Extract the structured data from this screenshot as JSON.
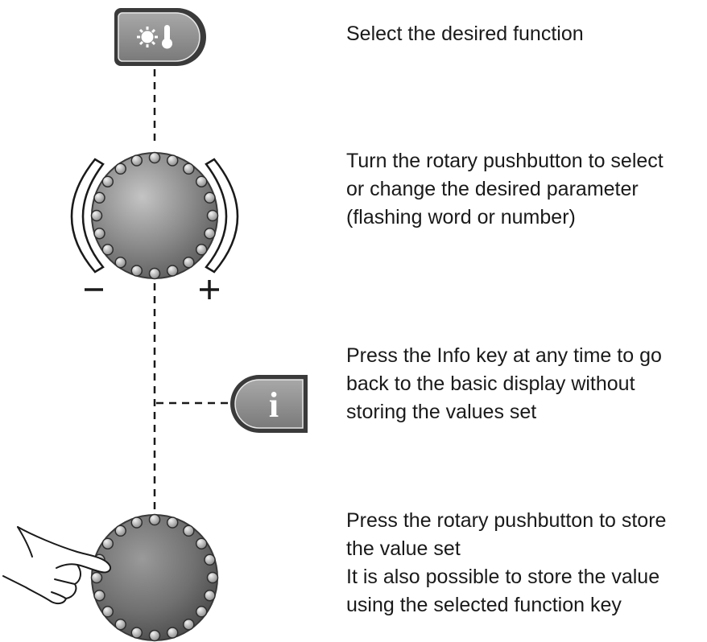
{
  "steps": [
    {
      "id": "select-function",
      "lines": [
        "Select the desired function"
      ]
    },
    {
      "id": "turn-rotary",
      "lines": [
        "Turn the rotary pushbutton to select",
        "or change the desired parameter",
        "(flashing word or number)"
      ]
    },
    {
      "id": "info-key",
      "lines": [
        "Press the Info key at any time to go",
        "back to the basic display without",
        "storing the values set"
      ]
    },
    {
      "id": "store-value",
      "lines": [
        "Press the rotary pushbutton to store",
        "the value set",
        "It is also possible to store the value",
        "using the selected function key"
      ]
    }
  ],
  "knob": {
    "minus_label": "−",
    "plus_label": "+"
  },
  "info_key": {
    "label": "i"
  },
  "function_key": {
    "icons": [
      "sun-icon",
      "thermometer-icon"
    ]
  },
  "colors": {
    "key_fill": "#8a8a8a",
    "knob_fill": "#7d7d7d",
    "bead_fill": "#b8b8b8",
    "line": "#1a1a1a"
  }
}
